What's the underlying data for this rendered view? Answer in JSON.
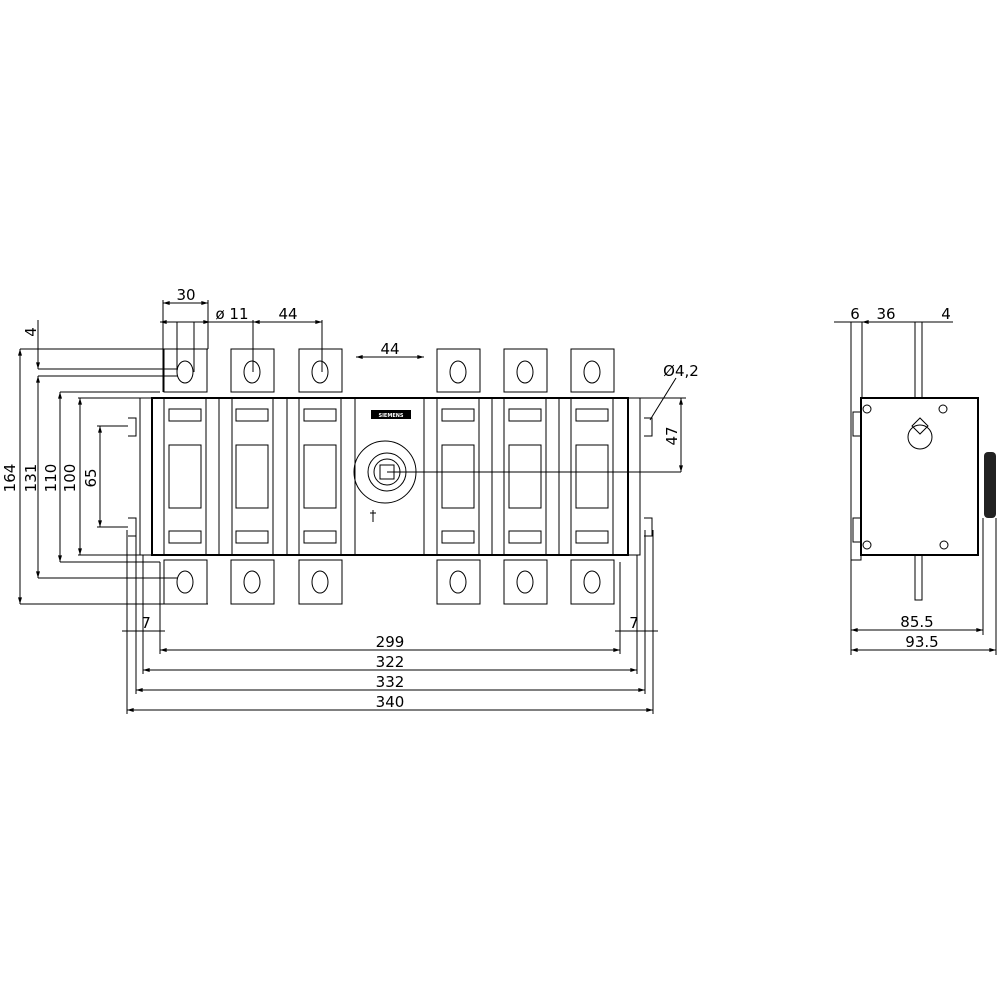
{
  "front_view": {
    "dims_vertical": {
      "d164": "164",
      "d131": "131",
      "d110": "110",
      "d100": "100",
      "d65": "65",
      "d4": "4",
      "d47": "47"
    },
    "dims_top": {
      "d30": "30",
      "dia11": "ø 11",
      "d44a": "44",
      "d44b": "44",
      "dia42": "Ø4,2"
    },
    "dims_bottom": {
      "d7l": "7",
      "d7r": "7",
      "d299": "299",
      "d322": "322",
      "d332": "332",
      "d340": "340"
    },
    "brand_label": "SIEMENS"
  },
  "side_view": {
    "dims": {
      "d6": "6",
      "d36": "36",
      "d4": "4",
      "d85_5": "85.5",
      "d93_5": "93.5"
    }
  }
}
